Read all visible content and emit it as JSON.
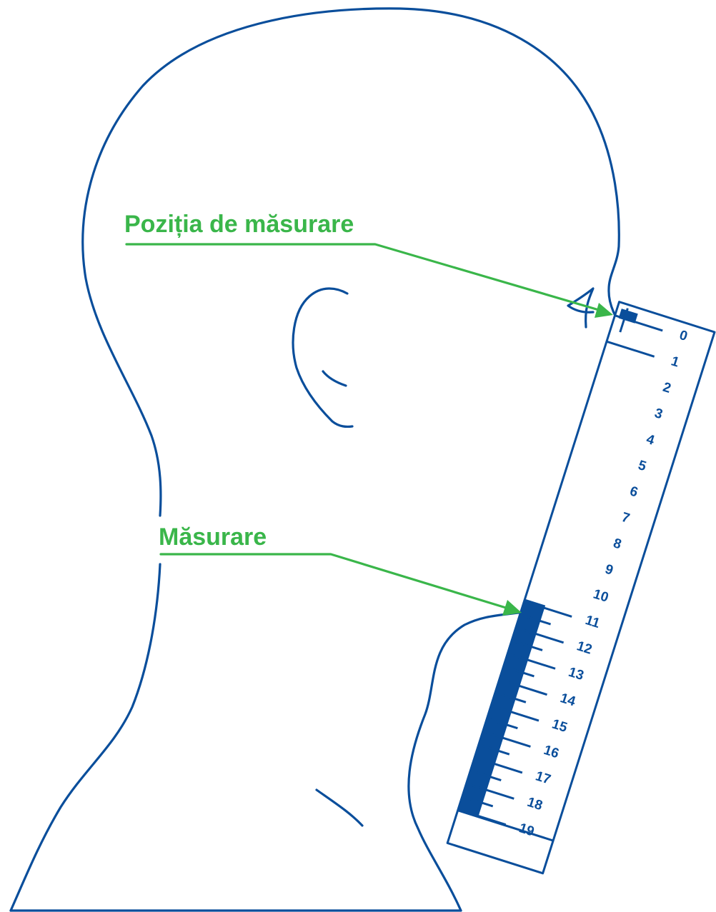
{
  "labels": {
    "measurement_position": "Poziția de măsurare",
    "measurement": "Măsurare"
  },
  "ruler": {
    "numbers": [
      "0",
      "1",
      "2",
      "3",
      "4",
      "5",
      "6",
      "7",
      "8",
      "9",
      "10",
      "11",
      "12",
      "13",
      "14",
      "15",
      "16",
      "17",
      "18",
      "19"
    ]
  },
  "colors": {
    "outline": "#0a4e9b",
    "callout": "#3ab64a",
    "background": "#ffffff"
  },
  "icons": {
    "head": "head-profile-icon",
    "ruler": "ruler-icon",
    "arrow": "arrow-icon"
  }
}
